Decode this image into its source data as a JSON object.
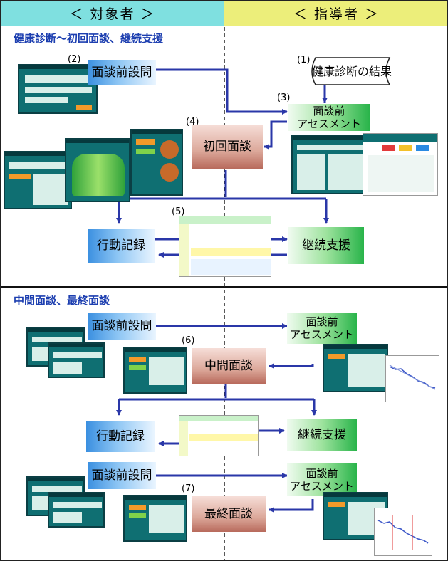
{
  "header": {
    "left": "＜ 対象者 ＞",
    "right": "＜ 指導者 ＞"
  },
  "sections": [
    {
      "title": "健康診断～初回面談、継続支援"
    },
    {
      "title": "中間面談、最終面談"
    }
  ],
  "nodes": {
    "kenshin": "健康診断の結果",
    "q1": "面談前設問",
    "assess1": [
      "面談前",
      "アセスメント"
    ],
    "first": "初回面談",
    "kodo1": "行動記録",
    "keizoku1": "継続支援",
    "q2": "面談前設問",
    "assess2": [
      "面談前",
      "アセスメント"
    ],
    "middle": "中間面談",
    "kodo2": "行動記録",
    "keizoku2": "継続支援",
    "q3": "面談前設問",
    "assess3": [
      "面談前",
      "アセスメント"
    ],
    "final": "最終面談"
  },
  "step_labels": [
    "(1)",
    "(2)",
    "(3)",
    "(4)",
    "(5)",
    "(6)",
    "(7)"
  ],
  "colors": {
    "arrow": "#2a37a8",
    "section_title": "#1d3fb0",
    "left_header": "#7fe0e0",
    "right_header": "#ecee7a"
  }
}
